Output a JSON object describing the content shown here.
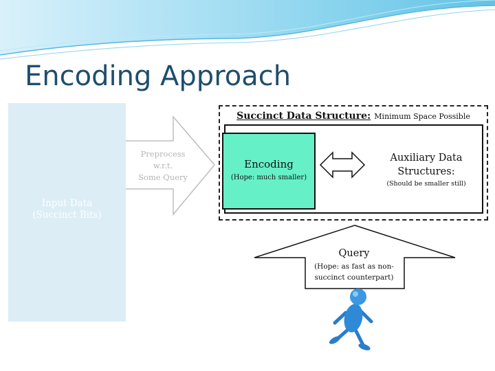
{
  "slide": {
    "title": "Encoding Approach"
  },
  "input": {
    "line1": "Input Data",
    "line2": "(Succinct Bits)"
  },
  "preprocess": {
    "line1": "Preprocess",
    "line2": "w.r.t.",
    "line3": "Some Query"
  },
  "sds": {
    "heading": "Succinct Data Structure:",
    "subheading": "Minimum Space Possible"
  },
  "encoding": {
    "title": "Encoding",
    "hope": "(Hope: much smaller)"
  },
  "auxiliary": {
    "line1": "Auxiliary Data",
    "line2": "Structures:",
    "note": "(Should be smaller still)"
  },
  "query": {
    "title": "Query",
    "hope_line1": "(Hope: as fast as non-",
    "hope_line2": "succinct counterpart)"
  },
  "colors": {
    "title": "#1f4e6b",
    "input_box": "#dcedf6",
    "encoding_box": "#66f0c8",
    "figure": "#2e8ad6",
    "wave": "#8fd3ee"
  },
  "icons": {
    "figure": "walking-person-icon",
    "double_arrow": "double-headed-arrow-icon"
  }
}
